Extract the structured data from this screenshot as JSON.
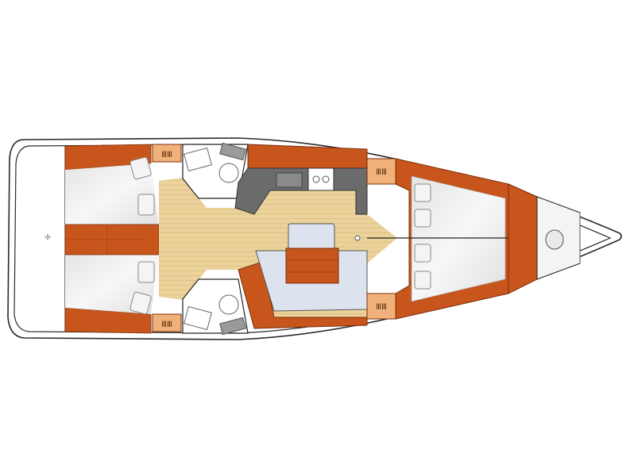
{
  "diagram": {
    "type": "yacht-floor-plan",
    "view": "top-down interior layout",
    "orientation": "stern-left, bow-right",
    "colors": {
      "hull_outline": "#2a2a2a",
      "deck": "#ffffff",
      "wood": "#c8551c",
      "wood_dark": "#9e3d12",
      "floor": "#e9cf94",
      "berth": "#eeeeee",
      "galley": "#6b6b6b",
      "settee": "#dde3ee",
      "locker": "#f0b27a"
    },
    "zones": [
      {
        "name": "aft-deck",
        "label": ""
      },
      {
        "name": "aft-cabin-port",
        "label": ""
      },
      {
        "name": "aft-cabin-starboard",
        "label": ""
      },
      {
        "name": "companionway-steps",
        "label": ""
      },
      {
        "name": "head-port",
        "label": ""
      },
      {
        "name": "head-starboard",
        "label": ""
      },
      {
        "name": "galley",
        "label": ""
      },
      {
        "name": "saloon",
        "label": ""
      },
      {
        "name": "saloon-table",
        "label": ""
      },
      {
        "name": "forward-cabin",
        "label": ""
      },
      {
        "name": "anchor-locker",
        "label": ""
      }
    ]
  }
}
